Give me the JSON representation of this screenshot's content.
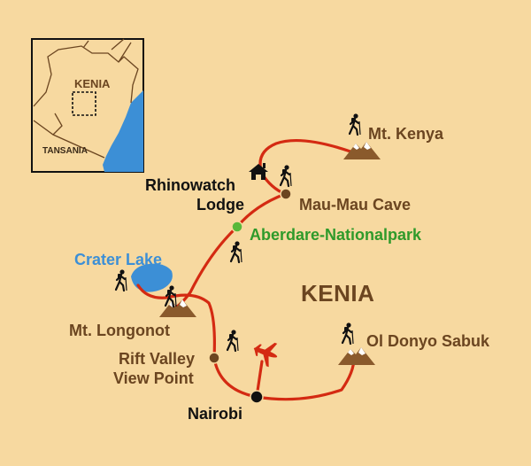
{
  "country_label": "KENIA",
  "places": {
    "mt_kenya": "Mt. Kenya",
    "rhinowatch_lodge_line1": "Rhinowatch",
    "rhinowatch_lodge_line2": "Lodge",
    "mau_mau_cave": "Mau-Mau Cave",
    "aberdare": "Aberdare-Nationalpark",
    "crater_lake": "Crater Lake",
    "mt_longonot": "Mt. Longonot",
    "rift_valley_line1": "Rift Valley",
    "rift_valley_line2": "View Point",
    "nairobi": "Nairobi",
    "ol_donyo_sabuk": "Ol Donyo Sabuk"
  },
  "inset": {
    "country": "KENIA",
    "neighbor": "TANSANIA"
  },
  "colors": {
    "background": "#f7d9a0",
    "route": "#d42a12",
    "label_brown": "#6b4520",
    "label_green": "#2f9a2a",
    "lake_blue": "#3c8fd6",
    "ocean_blue": "#3c8fd6",
    "mountain": "#8a5a2c"
  },
  "icons": [
    "hiker-icon",
    "mountain-icon",
    "lodge-icon",
    "airplane-icon",
    "lake-icon"
  ]
}
